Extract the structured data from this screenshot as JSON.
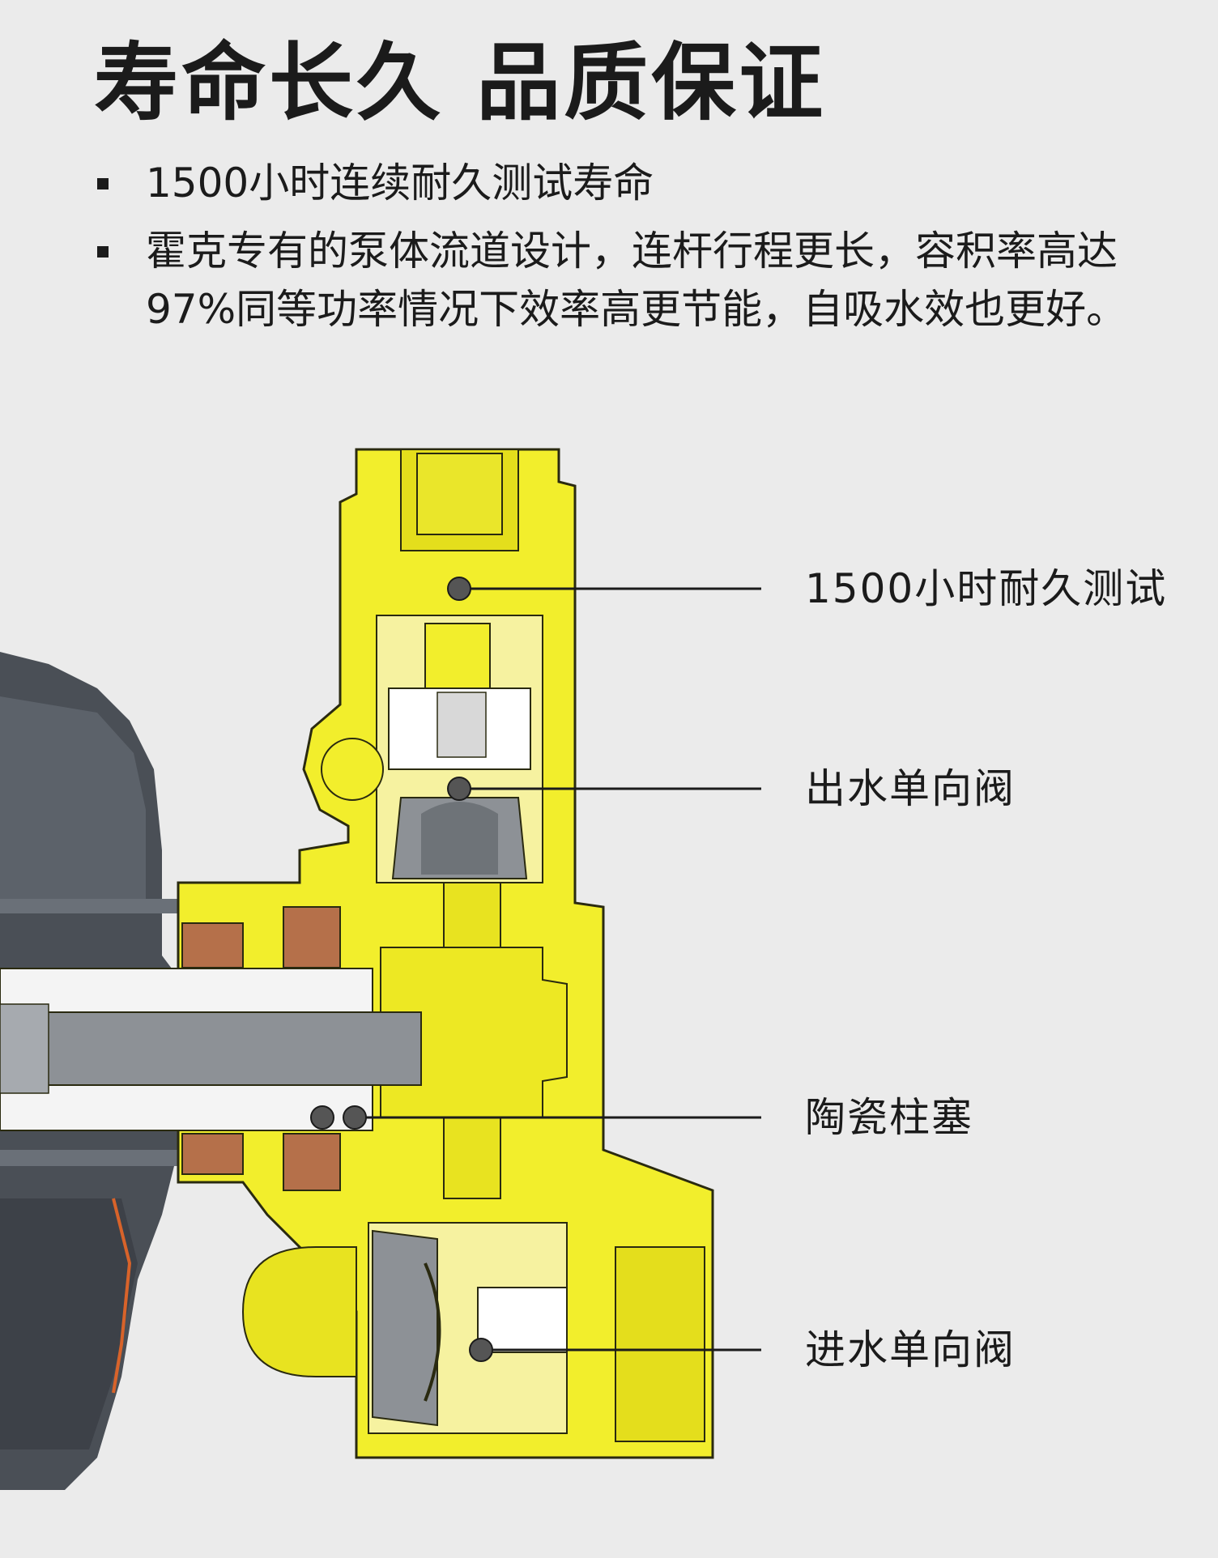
{
  "headline": "寿命长久 品质保证",
  "bullets": [
    "1500小时连续耐久测试寿命",
    "霍克专有的泵体流道设计，连杆行程更长，容积率高达97%同等功率情况下效率高更节能，自吸水效也更好。"
  ],
  "callouts": {
    "test": "1500小时耐久测试",
    "outlet_valve": "出水单向阀",
    "plunger": "陶瓷柱塞",
    "inlet_valve": "进水单向阀"
  },
  "colors": {
    "body_yellow": "#f2ee2c",
    "motor_gray": "#4a4f56",
    "shaft_white": "#f4f4f4",
    "seal_brown": "#b5704a",
    "valve_gray": "#8d9196"
  }
}
